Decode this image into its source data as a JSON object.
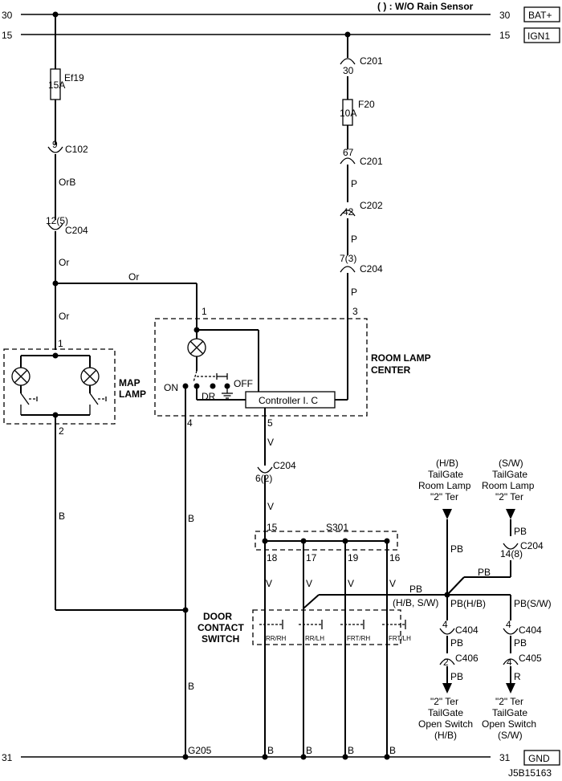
{
  "header": {
    "note": "( ) : W/O Rain Sensor"
  },
  "rails": {
    "bat": {
      "num": "30",
      "tag": "BAT+"
    },
    "ign": {
      "num": "15",
      "tag": "IGN1"
    },
    "gnd": {
      "num": "31",
      "tag": "GND"
    }
  },
  "left_branch": {
    "fuse_id": "Ef19",
    "fuse_rating": "15A",
    "c102_pin": "9",
    "c102_id": "C102",
    "wire_orb": "OrB",
    "c204_pin": "12(5)",
    "c204_id": "C204",
    "wire_or_1": "Or",
    "wire_or_2": "Or",
    "wire_or_3": "Or"
  },
  "right_branch": {
    "c201a_pin": "30",
    "c201a_id": "C201",
    "fuse_id": "F20",
    "fuse_rating": "10A",
    "c201b_pin": "67",
    "c201b_id": "C201",
    "wire_p1": "P",
    "c202_pin": "42",
    "c202_id": "C202",
    "wire_p2": "P",
    "c204_pin": "7(3)",
    "c204_id": "C204",
    "wire_p3": "P"
  },
  "map_lamp": {
    "title_1": "MAP",
    "title_2": "LAMP",
    "pin_top": "1",
    "pin_bottom": "2",
    "wire_b": "B"
  },
  "room_lamp": {
    "title_1": "ROOM LAMP",
    "title_2": "CENTER",
    "pin_1": "1",
    "pin_3": "3",
    "pin_4": "4",
    "pin_5": "5",
    "sw_on": "ON",
    "sw_dr": "DR",
    "sw_off": "OFF",
    "controller": "Controller I. C",
    "wire_b_pin4": "B",
    "wire_v": "V",
    "c204_pin": "6(2)",
    "c204_id": "C204",
    "wire_v2": "V"
  },
  "splice": {
    "id": "S301",
    "pin_in": "15",
    "pins": [
      "18",
      "17",
      "19",
      "16"
    ],
    "wires": [
      "V",
      "V",
      "V",
      "V"
    ]
  },
  "door_switch": {
    "title_1": "DOOR",
    "title_2": "CONTACT",
    "title_3": "SWITCH",
    "labels": [
      "RR/RH",
      "RR/LH",
      "FRT/RH",
      "FRT/LH"
    ],
    "wire_pb": "PB",
    "branch_note": "(H/B, S/W)"
  },
  "tailgate": {
    "hb_lamp": [
      "(H/B)",
      "TailGate",
      "Room Lamp",
      "\"2\" Ter"
    ],
    "sw_lamp": [
      "(S/W)",
      "TailGate",
      "Room Lamp",
      "\"2\" Ter"
    ],
    "wire_pb_hb": "PB",
    "wire_pb_sw": "PB",
    "c204_pin": "14(8)",
    "c204_id": "C204",
    "wire_pb_join": "PB",
    "wire_pb_hb2": "PB(H/B)",
    "wire_pb_sw2": "PB(S/W)",
    "c404a_pin": "4",
    "c404a_id": "C404",
    "c404b_pin": "4",
    "c404b_id": "C404",
    "wire_pb_a": "PB",
    "wire_pb_b": "PB",
    "c406_pin": "2",
    "c406_id": "C406",
    "c405_pin": "4",
    "c405_id": "C405",
    "wire_pb_c": "PB",
    "wire_r": "R",
    "hb_switch": [
      "\"2\" Ter",
      "TailGate",
      "Open Switch",
      "(H/B)"
    ],
    "sw_switch": [
      "\"2\" Ter",
      "TailGate",
      "Open Switch",
      "(S/W)"
    ]
  },
  "ground": {
    "g205": "G205",
    "wire_b_mid": "B",
    "wire_b_left": "B",
    "wires_b": [
      "B",
      "B",
      "B",
      "B"
    ]
  },
  "code": "J5B15163"
}
